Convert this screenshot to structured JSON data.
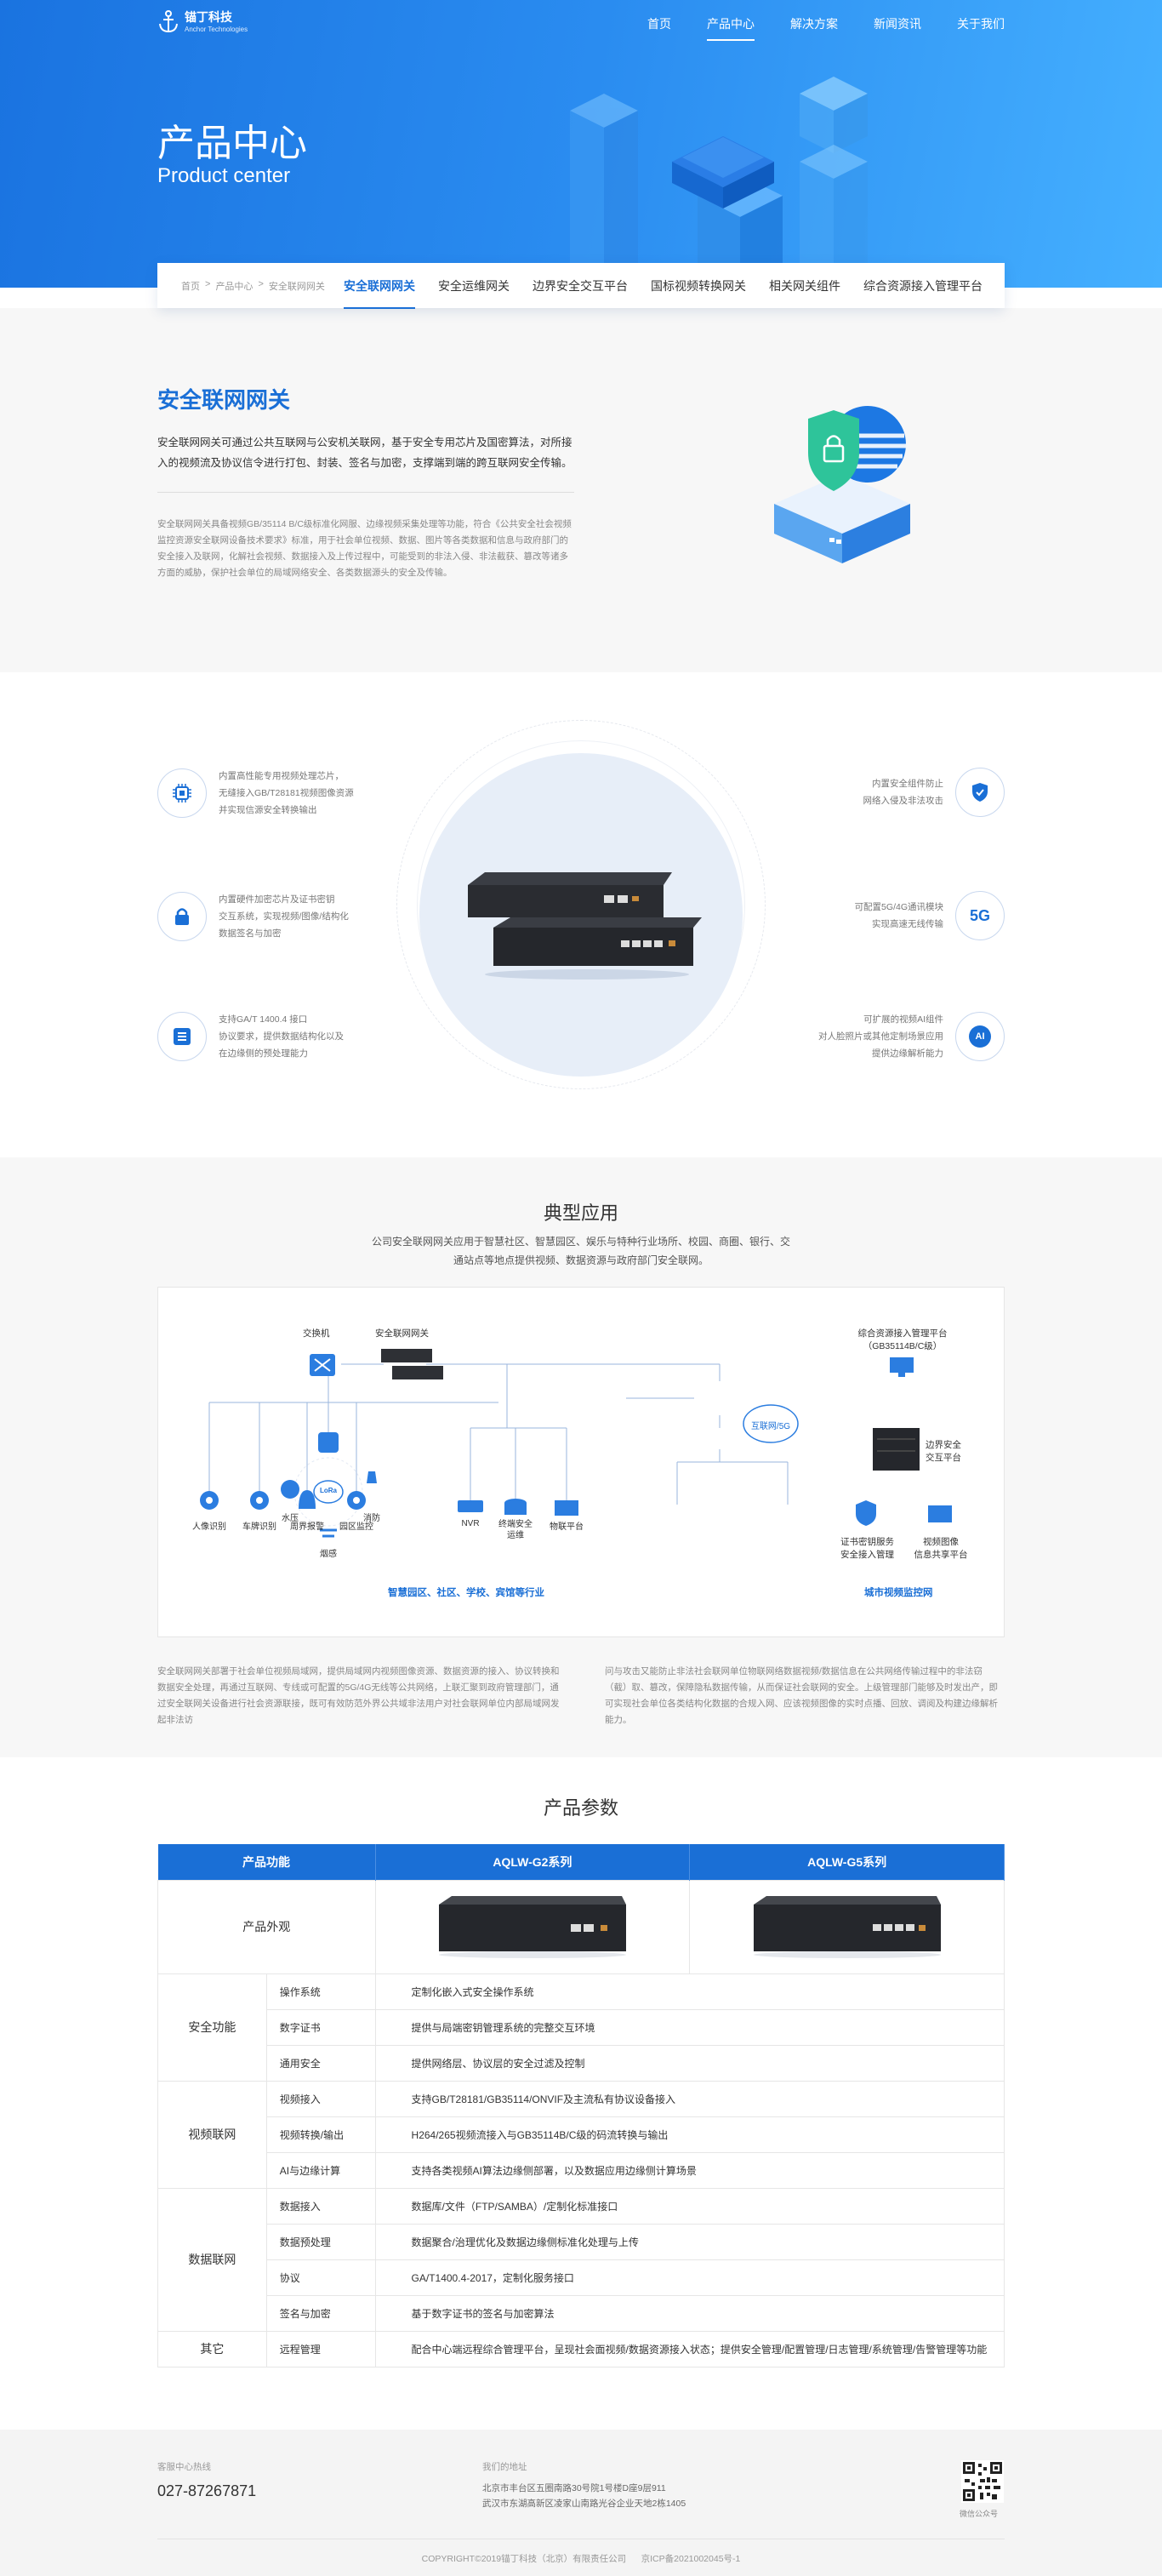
{
  "brand": {
    "name_cn": "锚丁科技",
    "name_en": "Anchor Technologies"
  },
  "nav": {
    "items": [
      "首页",
      "产品中心",
      "解决方案",
      "新闻资讯",
      "关于我们"
    ],
    "active_index": 1
  },
  "hero": {
    "title": "产品中心",
    "subtitle": "Product center"
  },
  "breadcrumb": {
    "home": "首页",
    "sep": ">",
    "level2": "产品中心",
    "current": "安全联网网关"
  },
  "tabs": [
    "安全联网网关",
    "安全运维网关",
    "边界安全交互平台",
    "国标视频转换网关",
    "相关网关组件",
    "综合资源接入管理平台"
  ],
  "intro": {
    "title": "安全联网网关",
    "desc": "安全联网网关可通过公共互联网与公安机关联网，基于安全专用芯片及国密算法，对所接入的视频流及协议信令进行打包、封装、签名与加密，支撑端到端的跨互联网安全传输。",
    "text": "安全联网网关具备视频GB/35114 B/C级标准化网服、边缘视频采集处理等功能，符合《公共安全社会视频监控资源安全联网设备技术要求》标准，用于社会单位视频、数据、图片等各类数据和信息与政府部门的安全接入及联网，化解社会视频、数据接入及上传过程中，可能受到的非法入侵、非法截获、篡改等诸多方面的威胁，保护社会单位的局域网络安全、各类数据源头的安全及传输。"
  },
  "features": {
    "left": [
      {
        "icon": "chip-icon",
        "text": [
          "内置高性能专用视频处理芯片，",
          "无缝接入GB/T28181视频图像资源",
          "并实现信源安全转换输出"
        ]
      },
      {
        "icon": "lock-icon",
        "text": [
          "内置硬件加密芯片及证书密钥",
          "交互系统，实现视频/图像/结构化",
          "数据签名与加密"
        ]
      },
      {
        "icon": "list-icon",
        "text": [
          "支持GA/T 1400.4 接口",
          "协议要求，提供数据结构化以及",
          "在边缘侧的预处理能力"
        ]
      }
    ],
    "right": [
      {
        "icon": "shield-check-icon",
        "glyph": "✓",
        "text": [
          "内置安全组件防止",
          "网络入侵及非法攻击"
        ]
      },
      {
        "icon": "5g-icon",
        "glyph": "5G",
        "text": [
          "可配置5G/4G通讯模块",
          "实现高速无线传输"
        ]
      },
      {
        "icon": "ai-icon",
        "glyph": "AI",
        "text": [
          "可扩展的视频AI组件",
          "对人脸照片或其他定制场景应用",
          "提供边缘解析能力"
        ]
      }
    ]
  },
  "apps": {
    "title": "典型应用",
    "desc": "公司安全联网网关应用于智慧社区、智慧园区、娱乐与特种行业场所、校园、商圈、银行、交通站点等地点提供视频、数据资源与政府部门安全联网。",
    "diagram": {
      "switch": "交换机",
      "gateway": "安全联网网关",
      "platform": [
        "综合资源接入管理平台",
        "（GB35114B/C级）"
      ],
      "cloud": "互联网/5G",
      "border": [
        "边界安全",
        "交互平台"
      ],
      "cert": [
        "证书密钥服务",
        "安全接入管理"
      ],
      "video_share": [
        "视频图像",
        "信息共享平台"
      ],
      "devices": [
        "人像识别",
        "车牌识别",
        "周界报警",
        "园区监控",
        "水压",
        "烟感",
        "消防",
        "NVR",
        "终端安全运维",
        "物联平台"
      ],
      "lora": "LoRa",
      "left_label": "智慧园区、社区、学校、宾馆等行业",
      "right_label": "城市视频监控网"
    },
    "para_left": "安全联网网关部署于社会单位视频局域网，提供局域网内视频图像资源、数据资源的接入、协议转换和数据安全处理，再通过互联网、专线或可配置的5G/4G无线等公共网络，上联汇聚到政府管理部门，通过安全联网关设备进行社会资源联接，既可有效防范外界公共域非法用户对社会联网单位内部局域网发起非法访",
    "para_right": "问与攻击又能防止非法社会联网单位物联网络数据视频/数据信息在公共网络传输过程中的非法窃（截）取、篡改，保障隐私数据传输，从而保证社会联网的安全。上级管理部门能够及时发出产，即可实现社会单位各类结构化数据的合规入网、应该视频图像的实时点播、回放、调阅及构建边缘解析能力。"
  },
  "params": {
    "title": "产品参数",
    "headers": [
      "产品功能",
      "AQLW-G2系列",
      "AQLW-G5系列"
    ],
    "appearance": "产品外观",
    "groups": [
      {
        "name": "安全功能",
        "rows": [
          {
            "k": "操作系统",
            "v": "定制化嵌入式安全操作系统"
          },
          {
            "k": "数字证书",
            "v": "提供与局端密钥管理系统的完整交互环境"
          },
          {
            "k": "通用安全",
            "v": "提供网络层、协议层的安全过滤及控制"
          }
        ]
      },
      {
        "name": "视频联网",
        "rows": [
          {
            "k": "视频接入",
            "v": "支持GB/T28181/GB35114/ONVIF及主流私有协议设备接入"
          },
          {
            "k": "视频转换/输出",
            "v": "H264/265视频流接入与GB35114B/C级的码流转换与输出"
          },
          {
            "k": "AI与边缘计算",
            "v": "支持各类视频AI算法边缘侧部署，以及数据应用边缘侧计算场景"
          }
        ]
      },
      {
        "name": "数据联网",
        "rows": [
          {
            "k": "数据接入",
            "v": "数据库/文件（FTP/SAMBA）/定制化标准接口"
          },
          {
            "k": "数据预处理",
            "v": "数据聚合/治理优化及数据边缘侧标准化处理与上传"
          },
          {
            "k": "协议",
            "v": "GA/T1400.4-2017，定制化服务接口"
          },
          {
            "k": "签名与加密",
            "v": "基于数字证书的签名与加密算法"
          }
        ]
      },
      {
        "name": "其它",
        "rows": [
          {
            "k": "远程管理",
            "v": "配合中心端远程综合管理平台，呈现社会面视频/数据资源接入状态；提供安全管理/配置管理/日志管理/系统管理/告警管理等功能"
          }
        ]
      }
    ]
  },
  "footer": {
    "hotline_label": "客服中心热线",
    "phone": "027-87267871",
    "address_label": "我们的地址",
    "address_lines": [
      "北京市丰台区五圈南路30号院1号楼D座9层911",
      "武汉市东湖高新区凌家山南路光谷企业天地2栋1405"
    ],
    "qr_label": "微信公众号",
    "copyright": "COPYRIGHT©2019锚丁科技（北京）有限责任公司",
    "icp": "京ICP备2021002045号-1"
  },
  "colors": {
    "primary": "#1a6fd6",
    "hero_end": "#45b0ff"
  }
}
